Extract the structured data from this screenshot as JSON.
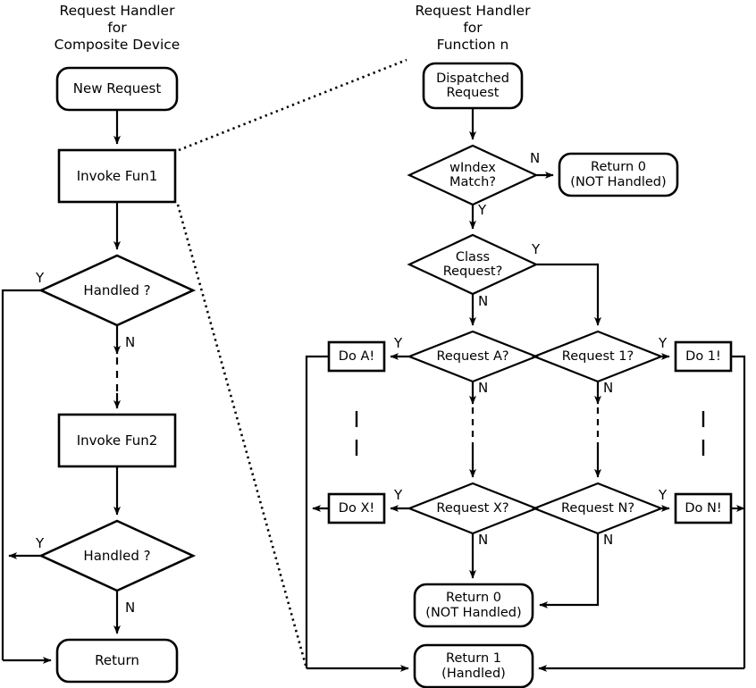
{
  "diagram": {
    "title_left": "Request Handler\nfor\nComposite Device",
    "title_right": "Request Handler\nfor\nFunction n",
    "colors": {
      "stroke": "#000000",
      "background": "#ffffff"
    }
  },
  "left_panel": {
    "nodes": {
      "new_request": "New Request",
      "invoke_fun1": "Invoke Fun1",
      "handled_1": "Handled ?",
      "invoke_fun2": "Invoke Fun2",
      "handled_2": "Handled ?",
      "return": "Return"
    },
    "edge_labels": {
      "handled1_yes": "Y",
      "handled1_no": "N",
      "handled2_yes": "Y",
      "handled2_no": "N"
    }
  },
  "right_panel": {
    "nodes": {
      "dispatched_request": "Dispatched\nRequest",
      "windex_match": "wIndex\nMatch?",
      "return_0_top": "Return 0\n(NOT Handled)",
      "class_request": "Class\nRequest?",
      "request_a": "Request A?",
      "request_1": "Request 1?",
      "do_a": "Do A!",
      "do_1": "Do 1!",
      "request_x": "Request X?",
      "request_n": "Request N?",
      "do_x": "Do X!",
      "do_n": "Do N!",
      "return_0_bottom": "Return 0\n(NOT Handled)",
      "return_1": "Return 1\n(Handled)"
    },
    "edge_labels": {
      "windex_no": "N",
      "windex_yes": "Y",
      "class_yes": "Y",
      "class_no": "N",
      "request_a_yes": "Y",
      "request_a_no": "N",
      "request_1_yes": "Y",
      "request_1_no": "N",
      "request_x_yes": "Y",
      "request_x_no": "N",
      "request_n_yes": "Y",
      "request_n_no": "N"
    }
  }
}
